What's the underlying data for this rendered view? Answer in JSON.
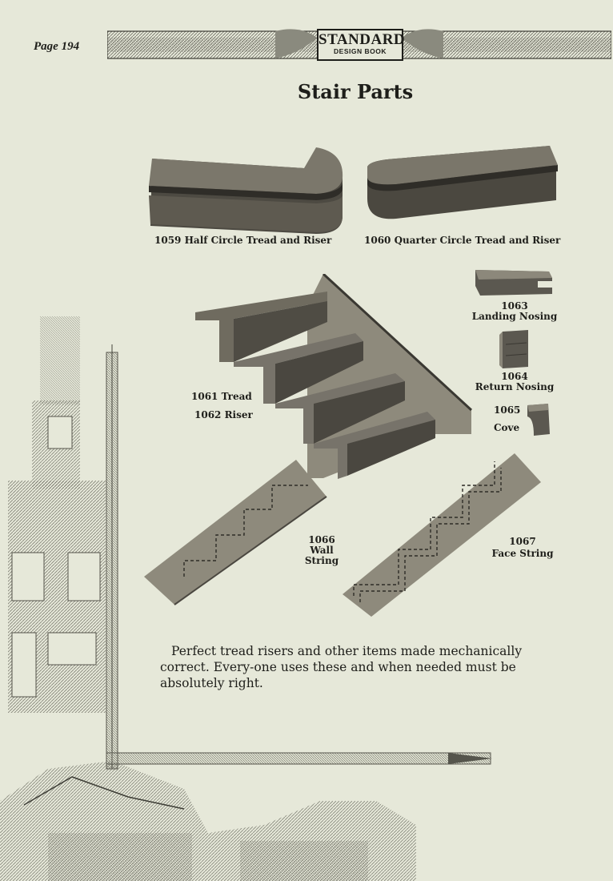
{
  "header": {
    "page_number": "Page 194",
    "logo_main": "STANDARD",
    "logo_sub": "DESIGN BOOK"
  },
  "title": "Stair Parts",
  "items": [
    {
      "caption": "1059  Half Circle Tread and Riser"
    },
    {
      "caption": "1060  Quarter Circle Tread and Riser"
    },
    {
      "number": "1063",
      "name": "Landing Nosing"
    },
    {
      "number": "1064",
      "name": "Return Nosing"
    },
    {
      "number": "1065",
      "name": "Cove"
    },
    {
      "caption": "1061  Tread"
    },
    {
      "caption": "1062  Riser"
    },
    {
      "number": "1066",
      "name_line1": "Wall",
      "name_line2": "String"
    },
    {
      "number": "1067",
      "name": "Face String"
    }
  ],
  "body_text": "Perfect tread risers and other items made mechanically correct. Every-one uses these and when needed must be absolutely right."
}
